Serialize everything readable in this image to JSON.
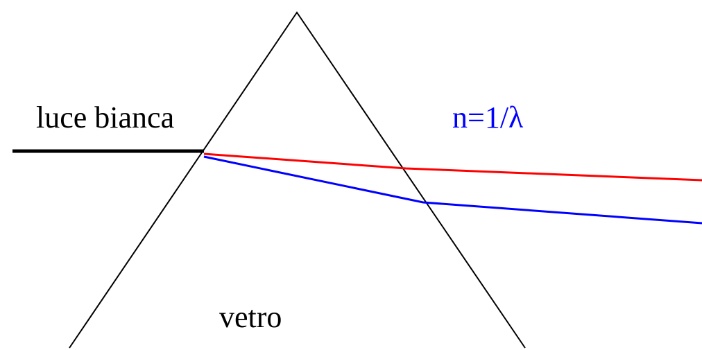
{
  "labels": {
    "incoming_light": "luce bianca",
    "formula": "n=1/λ",
    "material": "vetro"
  },
  "colors": {
    "background": "#ffffff",
    "prism": "#000000",
    "incoming_ray": "#000000",
    "red_ray": "#ff0000",
    "blue_ray": "#0000ff",
    "formula_text": "#0000ff",
    "label_text": "#000000"
  }
}
